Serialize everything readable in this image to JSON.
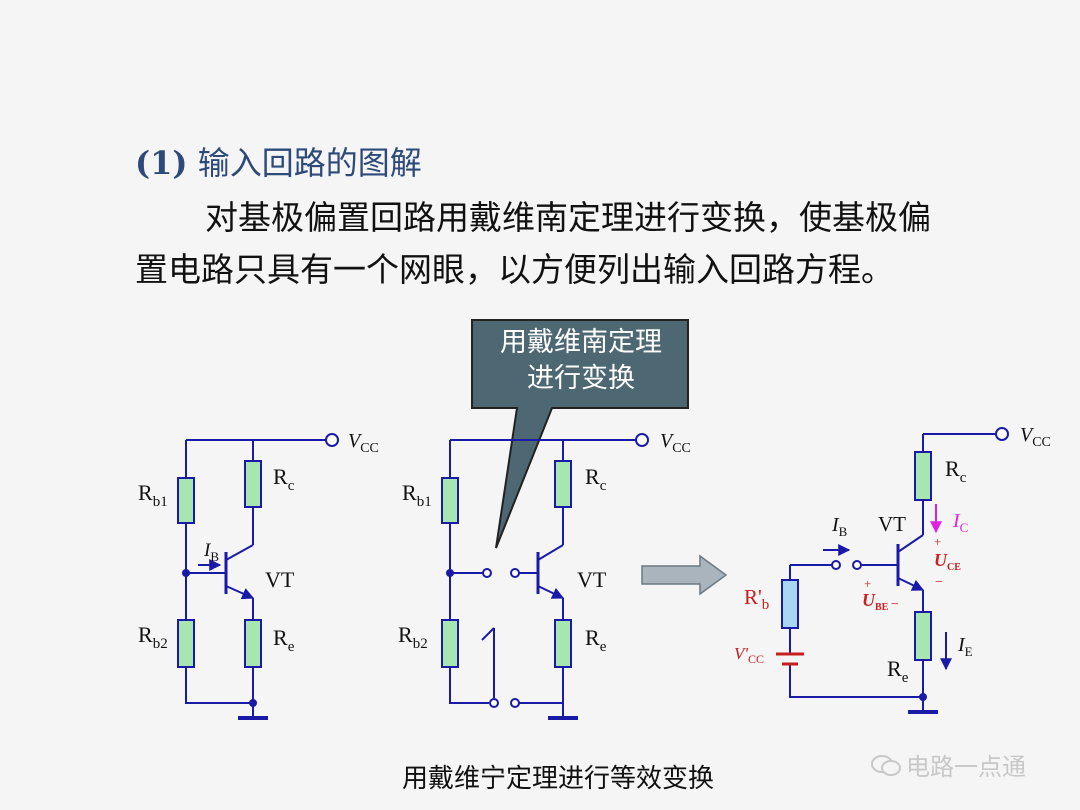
{
  "heading": {
    "number": "(1)",
    "text": "输入回路的图解"
  },
  "paragraph": {
    "line1": "对基极偏置回路用戴维南定理进行变换，使基极偏",
    "line2": "置电路只具有一个网眼，以方便列出输入回路方程。"
  },
  "callout": {
    "line1": "用戴维南定理",
    "line2": "进行变换"
  },
  "caption": "用戴维宁定理进行等效变换",
  "watermark": {
    "text": "电路一点通"
  },
  "circuit1": {
    "vcc_main": "V",
    "vcc_sub": "CC",
    "rb1_main": "R",
    "rb1_sub": "b1",
    "rb2_main": "R",
    "rb2_sub": "b2",
    "rc_main": "R",
    "rc_sub": "c",
    "re_main": "R",
    "re_sub": "e",
    "ib_main": "I",
    "ib_sub": "B",
    "vt": "VT"
  },
  "circuit2": {
    "vcc_main": "V",
    "vcc_sub": "CC",
    "rb1_main": "R",
    "rb1_sub": "b1",
    "rb2_main": "R",
    "rb2_sub": "b2",
    "rc_main": "R",
    "rc_sub": "c",
    "re_main": "R",
    "re_sub": "e",
    "vt": "VT"
  },
  "circuit3": {
    "vcc_main": "V",
    "vcc_sub": "CC",
    "rc_main": "R",
    "rc_sub": "c",
    "re_main": "R",
    "re_sub": "e",
    "rb_main": "R'",
    "rb_sub": "b",
    "vcc2_main": "V'",
    "vcc2_sub": "CC",
    "ib_main": "I",
    "ib_sub": "B",
    "vt": "VT",
    "ic_main": "I",
    "ic_sub": "C",
    "ie_main": "I",
    "ie_sub": "E",
    "uce_main": "U",
    "uce_sub": "CE",
    "ube_main": "U",
    "ube_sub": "BE",
    "plus": "+",
    "minus": "−"
  },
  "colors": {
    "wire": "#1a1aa8",
    "resistor_fill": "#a8e6b0",
    "resistor_highlight_fill": "#a8d8f0",
    "callout_fill": "#4e6873",
    "heading": "#2e4a7a",
    "magenta": "#e020e0",
    "red": "#c81e1e"
  }
}
